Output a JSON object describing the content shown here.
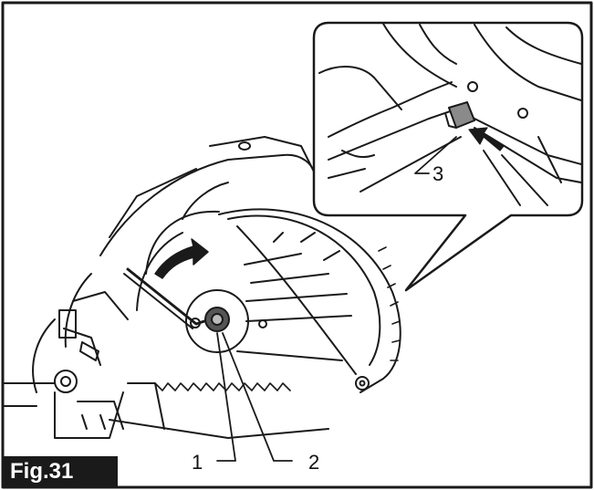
{
  "figure": {
    "label": "Fig.31",
    "callouts": {
      "one": "1",
      "two": "2",
      "three": "3"
    }
  },
  "colors": {
    "line": "#1a1a1a",
    "shade": "#8a8a8a",
    "label_bg": "#1a1a1a"
  }
}
